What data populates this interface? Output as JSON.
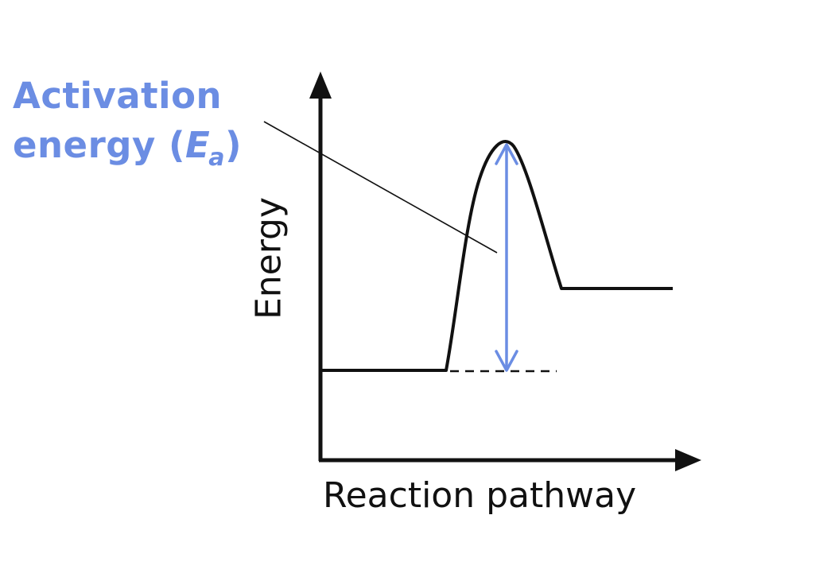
{
  "callout": {
    "line1": "Activation",
    "line2_prefix": "energy (",
    "symbol": "E",
    "subscript": "a",
    "line2_suffix": ")"
  },
  "axes": {
    "x_label": "Reaction pathway",
    "y_label": "Energy"
  },
  "colors": {
    "accent": "#6b8de3",
    "ink": "#111111"
  }
}
